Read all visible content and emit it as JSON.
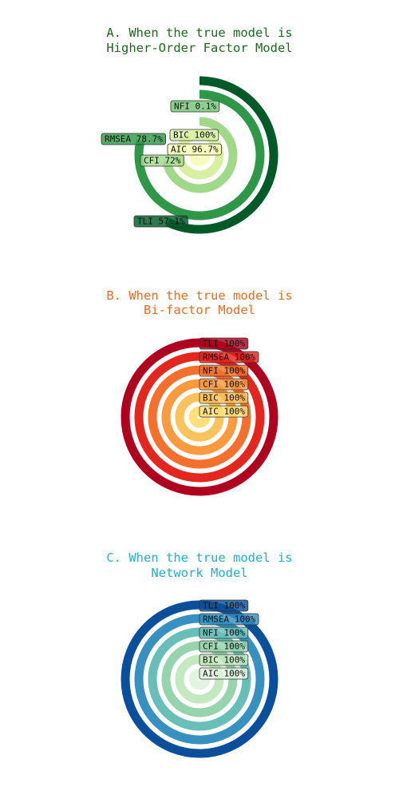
{
  "chart_data": [
    {
      "type": "radial-bar",
      "title": [
        "A. When the true model is",
        "Higher-Order Factor Model"
      ],
      "title_color": "#1b6b1b",
      "value_unit": "%",
      "max_value": 100,
      "categories": [
        "AIC",
        "BIC",
        "CFI",
        "NFI",
        "RMSEA",
        "TLI"
      ],
      "values": [
        96.7,
        100,
        72,
        0.1,
        78.7,
        57.1
      ],
      "label_text": [
        "AIC 96.7%",
        "BIC 100%",
        "CFI 72%",
        "NFI 0.1%",
        "RMSEA 78.7%",
        "TLI 57.1%"
      ],
      "colors": [
        "#f7fcb9",
        "#d9f0a3",
        "#a1d98b",
        "#74c476",
        "#2f9848",
        "#005a28"
      ]
    },
    {
      "type": "radial-bar",
      "title": [
        "B. When the true model is",
        "Bi-factor Model"
      ],
      "title_color": "#e66f1f",
      "value_unit": "%",
      "max_value": 100,
      "categories": [
        "AIC",
        "BIC",
        "CFI",
        "NFI",
        "RMSEA",
        "TLI"
      ],
      "values": [
        100,
        100,
        100,
        100,
        100,
        100
      ],
      "label_text": [
        "AIC 100%",
        "BIC 100%",
        "CFI 100%",
        "NFI 100%",
        "RMSEA 100%",
        "TLI 100%"
      ],
      "colors": [
        "#ffe07a",
        "#fec25b",
        "#fd9a3f",
        "#f66f2c",
        "#e3261e",
        "#b0001f"
      ]
    },
    {
      "type": "radial-bar",
      "title": [
        "C. When the true model is",
        "Network Model"
      ],
      "title_color": "#22b0c2",
      "value_unit": "%",
      "max_value": 100,
      "categories": [
        "AIC",
        "BIC",
        "CFI",
        "NFI",
        "RMSEA",
        "TLI"
      ],
      "values": [
        100,
        100,
        100,
        100,
        100,
        100
      ],
      "label_text": [
        "AIC 100%",
        "BIC 100%",
        "CFI 100%",
        "NFI 100%",
        "RMSEA 100%",
        "TLI 100%"
      ],
      "colors": [
        "#e3f4e1",
        "#c4e8c0",
        "#96d4ad",
        "#67bfb8",
        "#3690c0",
        "#0a4f9c"
      ]
    }
  ]
}
